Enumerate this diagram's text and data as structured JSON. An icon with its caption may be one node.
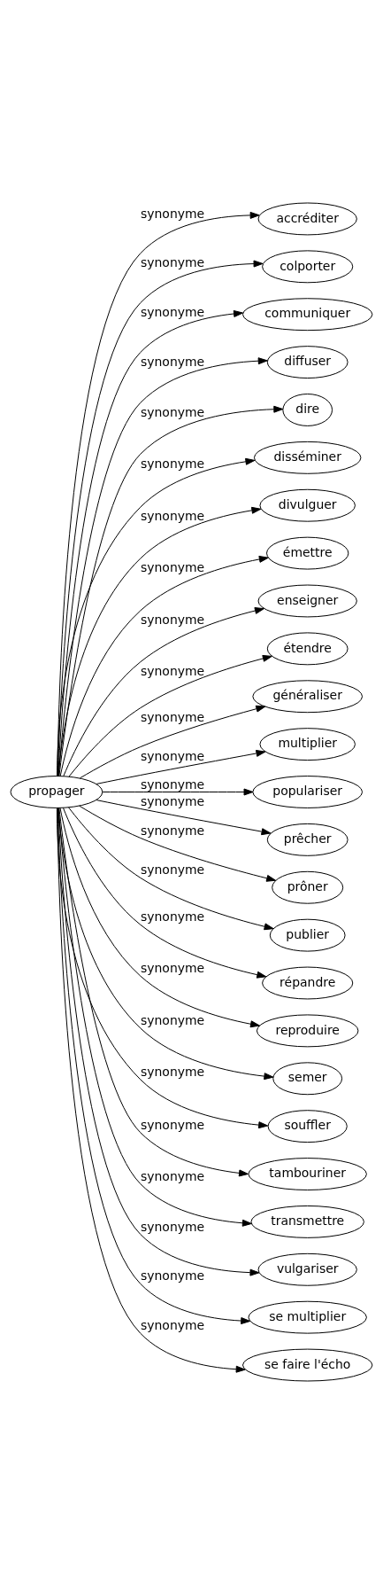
{
  "diagram": {
    "nodes": [
      {
        "text": [
          "propager"
        ]
      },
      {
        "text": [
          "accréditer"
        ]
      },
      {
        "text": [
          "colporter"
        ]
      },
      {
        "text": [
          "communiquer"
        ]
      },
      {
        "text": [
          "diffuser"
        ]
      },
      {
        "text": [
          "dire"
        ]
      },
      {
        "text": [
          "disséminer"
        ]
      },
      {
        "text": [
          "divulguer"
        ]
      },
      {
        "text": [
          "émettre"
        ]
      },
      {
        "text": [
          "enseigner"
        ]
      },
      {
        "text": [
          "étendre"
        ]
      },
      {
        "text": [
          "généraliser"
        ]
      },
      {
        "text": [
          "multiplier"
        ]
      },
      {
        "text": [
          "populariser"
        ]
      },
      {
        "text": [
          "prêcher"
        ]
      },
      {
        "text": [
          "prôner"
        ]
      },
      {
        "text": [
          "publier"
        ]
      },
      {
        "text": [
          "répandre"
        ]
      },
      {
        "text": [
          "reproduire"
        ]
      },
      {
        "text": [
          "semer"
        ]
      },
      {
        "text": [
          "souffler"
        ]
      },
      {
        "text": [
          "tambouriner"
        ]
      },
      {
        "text": [
          "transmettre"
        ]
      },
      {
        "text": [
          "vulgariser"
        ]
      },
      {
        "text": [
          "se multiplier"
        ]
      },
      {
        "text": [
          "se faire l'écho"
        ]
      }
    ],
    "edges": [
      {
        "from": 0,
        "to": 1,
        "arrow": "to",
        "label": "synonyme"
      },
      {
        "from": 0,
        "to": 2,
        "arrow": "to",
        "label": "synonyme"
      },
      {
        "from": 0,
        "to": 3,
        "arrow": "to",
        "label": "synonyme"
      },
      {
        "from": 0,
        "to": 4,
        "arrow": "to",
        "label": "synonyme"
      },
      {
        "from": 0,
        "to": 5,
        "arrow": "to",
        "label": "synonyme"
      },
      {
        "from": 0,
        "to": 6,
        "arrow": "to",
        "label": "synonyme"
      },
      {
        "from": 0,
        "to": 7,
        "arrow": "to",
        "label": "synonyme"
      },
      {
        "from": 0,
        "to": 8,
        "arrow": "to",
        "label": "synonyme"
      },
      {
        "from": 0,
        "to": 9,
        "arrow": "to",
        "label": "synonyme"
      },
      {
        "from": 0,
        "to": 10,
        "arrow": "to",
        "label": "synonyme"
      },
      {
        "from": 0,
        "to": 11,
        "arrow": "to",
        "label": "synonyme"
      },
      {
        "from": 0,
        "to": 12,
        "arrow": "to",
        "label": "synonyme"
      },
      {
        "from": 0,
        "to": 13,
        "arrow": "to",
        "label": "synonyme"
      },
      {
        "from": 0,
        "to": 14,
        "arrow": "to",
        "label": "synonyme"
      },
      {
        "from": 0,
        "to": 15,
        "arrow": "to",
        "label": "synonyme"
      },
      {
        "from": 0,
        "to": 16,
        "arrow": "to",
        "label": "synonyme"
      },
      {
        "from": 0,
        "to": 17,
        "arrow": "to",
        "label": "synonyme"
      },
      {
        "from": 0,
        "to": 18,
        "arrow": "to",
        "label": "synonyme"
      },
      {
        "from": 0,
        "to": 19,
        "arrow": "to",
        "label": "synonyme"
      },
      {
        "from": 0,
        "to": 20,
        "arrow": "to",
        "label": "synonyme"
      },
      {
        "from": 0,
        "to": 21,
        "arrow": "to",
        "label": "synonyme"
      },
      {
        "from": 0,
        "to": 22,
        "arrow": "to",
        "label": "synonyme"
      },
      {
        "from": 0,
        "to": 23,
        "arrow": "to",
        "label": "synonyme"
      },
      {
        "from": 0,
        "to": 24,
        "arrow": "to",
        "label": "synonyme"
      },
      {
        "from": 0,
        "to": 25,
        "arrow": "to",
        "label": "synonyme"
      }
    ]
  }
}
